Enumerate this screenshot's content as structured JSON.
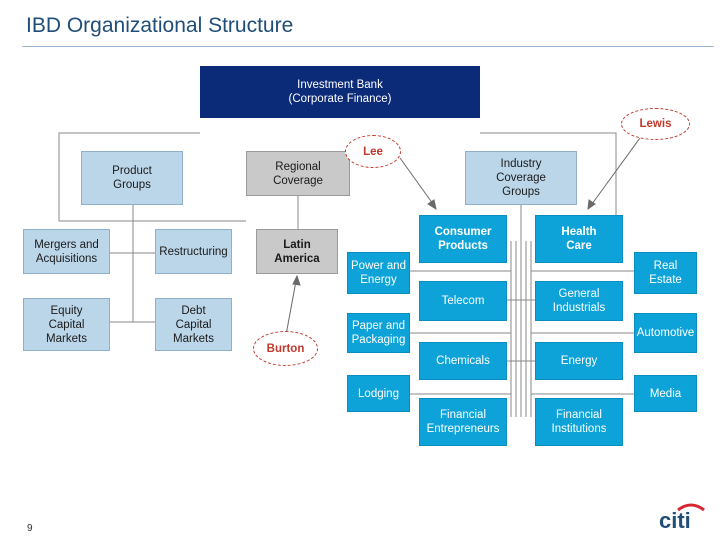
{
  "title": "IBD Organizational Structure",
  "page_number": "9",
  "logo": {
    "text": "citi",
    "color": "#1f4e79",
    "arc_color": "#d9262e"
  },
  "top": {
    "label": "Investment Bank\n(Corporate Finance)"
  },
  "groups": {
    "product": "Product\nGroups",
    "regional": "Regional\nCoverage",
    "industry": "Industry\nCoverage\nGroups"
  },
  "product_items": {
    "mergers": "Mergers and\nAcquisitions",
    "restructuring": "Restructuring",
    "equity": "Equity\nCapital\nMarkets",
    "debt": "Debt\nCapital\nMarkets"
  },
  "regional_items": {
    "latin_america": "Latin\nAmerica"
  },
  "industry_items": {
    "consumer": "Consumer\nProducts",
    "health": "Health\nCare",
    "power": "Power and\nEnergy",
    "real_estate": "Real\nEstate",
    "telecom": "Telecom",
    "general": "General\nIndustrials",
    "paper": "Paper and\nPackaging",
    "automotive": "Automotive",
    "chemicals": "Chemicals",
    "energy": "Energy",
    "lodging": "Lodging",
    "media": "Media",
    "fin_entre": "Financial\nEntrepreneurs",
    "fin_inst": "Financial\nInstitutions"
  },
  "people": {
    "lee": "Lee",
    "lewis": "Lewis",
    "burton": "Burton"
  },
  "colors": {
    "navy": "#0b2a78",
    "light_blue": "#bcd6e9",
    "gray": "#c9c9c9",
    "cyan": "#0ea3d8",
    "annotation": "#c0392b"
  }
}
